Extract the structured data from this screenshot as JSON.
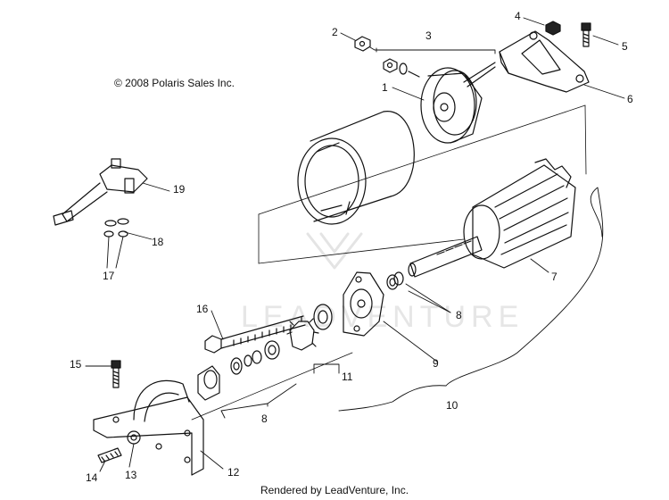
{
  "copyright": "© 2008 Polaris Sales Inc.",
  "footer": "Rendered by LeadVenture, Inc.",
  "watermark": "LEADVENTURE",
  "callouts": [
    "1",
    "2",
    "3",
    "4",
    "5",
    "6",
    "7",
    "8",
    "8",
    "9",
    "10",
    "11",
    "12",
    "13",
    "14",
    "15",
    "16",
    "17",
    "18",
    "19"
  ],
  "colors": {
    "line": "#111111",
    "watermark": "#e6e6e6"
  }
}
